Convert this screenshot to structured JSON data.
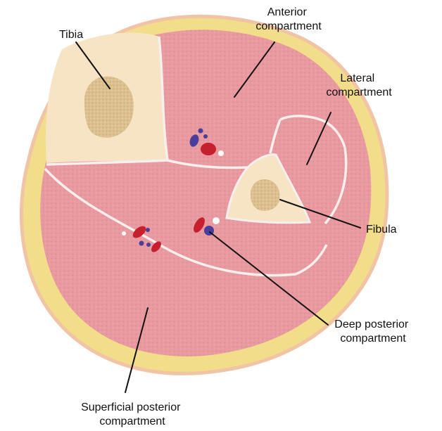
{
  "colors": {
    "skin_fat": "#f1dd8a",
    "skin_outline": "#f2c4a6",
    "muscle": "#e89aa0",
    "bone": "#f6e4c4",
    "marrow": "#dcc090",
    "fascia": "#f7eeee",
    "artery": "#c6202e",
    "vein": "#4a3e9c",
    "nerve": "#ffffff",
    "line": "#111111"
  },
  "labels": {
    "tibia": "Tibia",
    "anterior": [
      "Anterior",
      "compartment"
    ],
    "lateral": [
      "Lateral",
      "compartment"
    ],
    "fibula": "Fibula",
    "deep_posterior": [
      "Deep posterior",
      "compartment"
    ],
    "superficial_posterior": [
      "Superficial posterior",
      "compartment"
    ]
  }
}
